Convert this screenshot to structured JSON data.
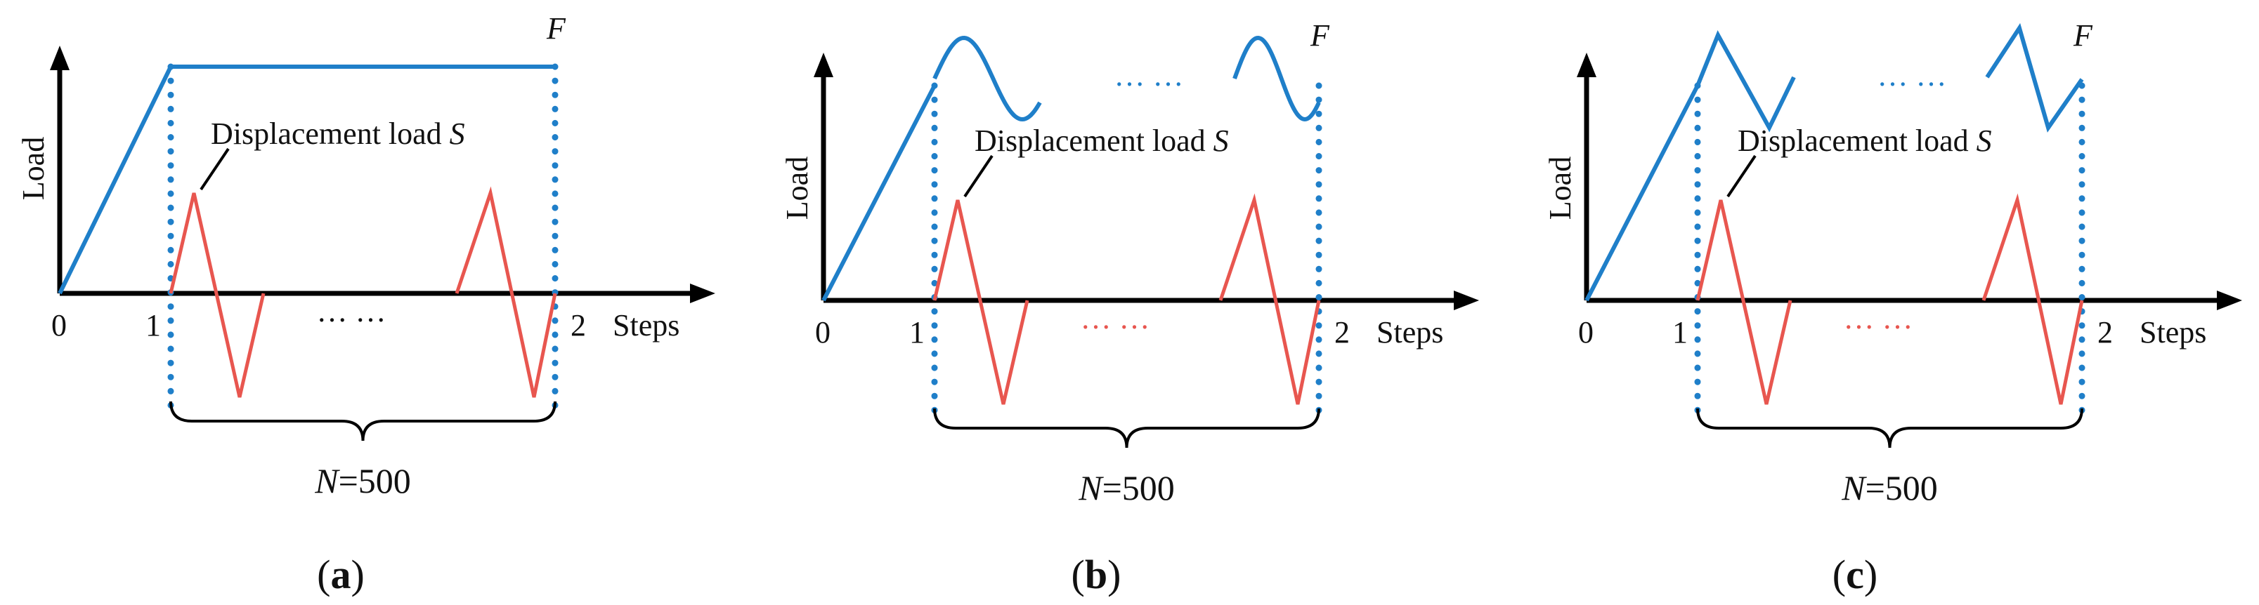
{
  "panels": [
    {
      "id": "a",
      "caption": "a",
      "force_type": "constant",
      "y_axis_label": "Load",
      "x_axis_label": "Steps",
      "origin_label": "0",
      "tick_1": "1",
      "tick_2": "2",
      "ellipsis_blue": "",
      "ellipsis_red": "… …",
      "displacement_label": "Displacement load ",
      "displacement_symbol": "S",
      "force_symbol": "F",
      "n_symbol": "N",
      "n_value": "=500"
    },
    {
      "id": "b",
      "caption": "b",
      "force_type": "sinusoidal",
      "y_axis_label": "Load",
      "x_axis_label": "Steps",
      "origin_label": "0",
      "tick_1": "1",
      "tick_2": "2",
      "ellipsis_blue": "… …",
      "ellipsis_red": "… …",
      "displacement_label": "Displacement load ",
      "displacement_symbol": "S",
      "force_symbol": "F",
      "n_symbol": "N",
      "n_value": "=500"
    },
    {
      "id": "c",
      "caption": "c",
      "force_type": "triangular",
      "y_axis_label": "Load",
      "x_axis_label": "Steps",
      "origin_label": "0",
      "tick_1": "1",
      "tick_2": "2",
      "ellipsis_blue": "… …",
      "ellipsis_red": "… …",
      "displacement_label": "Displacement load ",
      "displacement_symbol": "S",
      "force_symbol": "F",
      "n_symbol": "N",
      "n_value": "=500"
    }
  ],
  "colors": {
    "force_line": "#1f7fc9",
    "displacement_line": "#e8564f",
    "axis": "#000000",
    "dotted_marker": "#1f7fc9",
    "brace": "#000000"
  }
}
